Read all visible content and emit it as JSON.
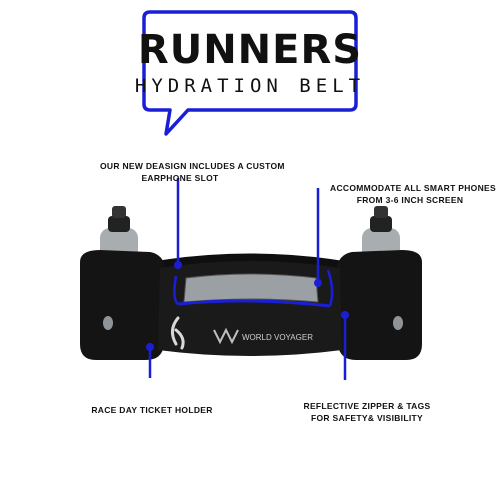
{
  "title": {
    "main": "RUNNERS",
    "sub": "HYDRATION BELT"
  },
  "callouts": {
    "earphone": [
      "OUR NEW DEASIGN INCLUDES A CUSTOM",
      "EARPHONE SLOT"
    ],
    "phones": [
      "ACCOMMODATE ALL SMART PHONES",
      "FROM 3-6 INCH SCREEN"
    ],
    "ticket": [
      "RACE DAY TICKET HOLDER"
    ],
    "zipper": [
      "REFLECTIVE ZIPPER & TAGS",
      "FOR SAFETY& VISIBILITY"
    ]
  },
  "brand": {
    "name": "WORLD VOYAGER"
  },
  "colors": {
    "accent_blue": "#1a1fd6",
    "belt_black": "#141414",
    "bottle_grey": "#9ea3a6"
  }
}
